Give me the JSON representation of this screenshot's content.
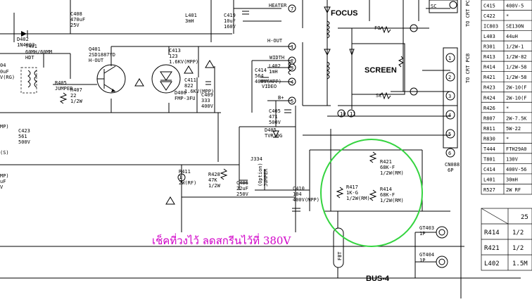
{
  "title_labels": {
    "focus": "FOCUS",
    "screen": "SCREEN",
    "fo": "FO",
    "sc": "SC",
    "heater": "HEATER",
    "hout": "H-OUT",
    "width": "WIDTH",
    "video": "VIDEO",
    "bplus": "B+",
    "bus": "BUS-4",
    "to_crt_pcb_top": "TO CRT PCB",
    "to_crt_pcb": "TO CRT PCB",
    "cn": "CN088",
    "cn2": "6P"
  },
  "note": "เช็คที่วงไว้ ลดสกรีนไว้ที่ 380V",
  "components": [
    {
      "id": "c408",
      "lines": [
        "C408",
        "470uF",
        "25V"
      ]
    },
    {
      "id": "l401",
      "lines": [
        "L401",
        "3mH"
      ]
    },
    {
      "id": "c419",
      "lines": [
        "C419",
        "10uF",
        "160V"
      ]
    },
    {
      "id": "d402",
      "lines": [
        "D402",
        "1N4003"
      ]
    },
    {
      "id": "t401",
      "lines": [
        "T401",
        "60MH/60MM",
        "HDT"
      ]
    },
    {
      "id": "q401",
      "lines": [
        "Q401",
        "2SD1887YD",
        "H-OUT"
      ]
    },
    {
      "id": "c413",
      "lines": [
        "C413",
        "123",
        "1.6KV(MPP)"
      ]
    },
    {
      "id": "r405",
      "lines": [
        "R405",
        "JUMPER"
      ]
    },
    {
      "id": "r407",
      "lines": [
        "R407",
        "22",
        "1/2W"
      ]
    },
    {
      "id": "d406",
      "lines": [
        "D406",
        "FMP-3FU"
      ]
    },
    {
      "id": "c411",
      "lines": [
        "C411",
        "822",
        "1.6KV(MPP)"
      ]
    },
    {
      "id": "c409",
      "lines": [
        "C409",
        "333",
        "400V"
      ]
    },
    {
      "id": "c414",
      "lines": [
        "C414",
        "564",
        "400V(MPP)"
      ]
    },
    {
      "id": "l402",
      "lines": [
        "L402",
        "1mH"
      ]
    },
    {
      "id": "c423",
      "lines": [
        "C423",
        "561",
        "500V"
      ]
    },
    {
      "id": "d405",
      "lines": [
        "D405",
        "TVR10G"
      ]
    },
    {
      "id": "c405",
      "lines": [
        "C405",
        "471",
        "500V"
      ]
    },
    {
      "id": "r428",
      "lines": [
        "R428",
        "47K",
        "1/2W"
      ]
    },
    {
      "id": "c406",
      "lines": [
        "C406",
        "22uF",
        "250V"
      ]
    },
    {
      "id": "j334",
      "lines": [
        "J334"
      ]
    },
    {
      "id": "opt",
      "lines": [
        "(Option)",
        "JUMPER"
      ]
    },
    {
      "id": "r411",
      "lines": [
        "R411",
        "1",
        "2W(RF)"
      ]
    },
    {
      "id": "c410",
      "lines": [
        "C410",
        "104",
        "400V(MPP)"
      ]
    },
    {
      "id": "r417",
      "lines": [
        "R417",
        "1K-G",
        "1/2W(RM)"
      ]
    },
    {
      "id": "r421",
      "lines": [
        "R421",
        "68K-F",
        "1/2W(RM)"
      ]
    },
    {
      "id": "r414",
      "lines": [
        "R414",
        "68K-F",
        "1/2W(RM)"
      ]
    },
    {
      "id": "gt403",
      "lines": [
        "GT403",
        "1P"
      ]
    },
    {
      "id": "gt404",
      "lines": [
        "GT404",
        "1P"
      ]
    },
    {
      "id": "fbt",
      "lines": [
        "FBT"
      ]
    }
  ],
  "left_edge_labels": [
    "04",
    "0uF",
    "V(RG)",
    "MP)",
    "(S)",
    "MP)",
    "uF",
    "V"
  ],
  "pins": [
    "1",
    "2",
    "3",
    "4",
    "5",
    "6",
    "7",
    "8",
    "9",
    "10",
    "11"
  ],
  "connector_pins": [
    "1",
    "2",
    "3",
    "4",
    "5",
    "6"
  ],
  "parts_table": {
    "rows": [
      [
        "C415",
        "400V-5"
      ],
      [
        "C422",
        "*"
      ],
      [
        "IC803",
        "SE130N"
      ],
      [
        "L403",
        "44uH"
      ],
      [
        "R301",
        "1/2W-1"
      ],
      [
        "R413",
        "1/2W-82"
      ],
      [
        "R414",
        "1/2W-58"
      ],
      [
        "R421",
        "1/2W-58"
      ],
      [
        "R423",
        "2W-10(F"
      ],
      [
        "R424",
        "2W-10(F"
      ],
      [
        "R426",
        "*"
      ],
      [
        "R807",
        "2W-7.5K"
      ],
      [
        "R811",
        "5W-22"
      ],
      [
        "R830",
        "*"
      ],
      [
        "T444",
        "FTH29A0"
      ],
      [
        "T801",
        "130V"
      ],
      [
        "C414",
        "400V-56"
      ],
      [
        "L401",
        "30mH"
      ],
      [
        "R527",
        "2W RF"
      ]
    ]
  },
  "size_table": {
    "header": "25",
    "rows": [
      [
        "R414",
        "1/2"
      ],
      [
        "R421",
        "1/2"
      ],
      [
        "L402",
        "1.5M"
      ]
    ]
  }
}
